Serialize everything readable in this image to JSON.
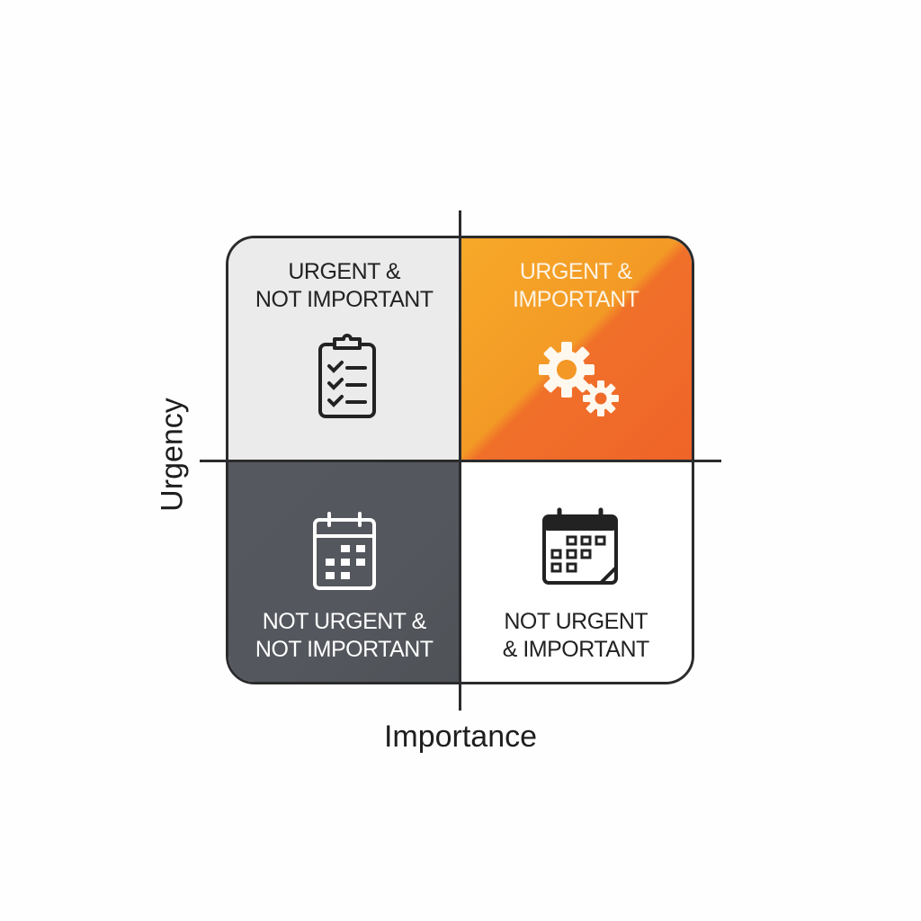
{
  "axes": {
    "x_label": "Importance",
    "y_label": "Urgency"
  },
  "quadrants": [
    {
      "id": "top-left",
      "line1": "URGENT &",
      "line2": "NOT IMPORTANT",
      "icon": "clipboard-checklist-icon",
      "color": "#ebebeb"
    },
    {
      "id": "top-right",
      "line1": "URGENT &",
      "line2": "IMPORTANT",
      "icon": "gears-icon",
      "color": "#f39a26"
    },
    {
      "id": "bottom-left",
      "line1": "NOT URGENT &",
      "line2": "NOT IMPORTANT",
      "icon": "calendar-icon",
      "color": "#55585e"
    },
    {
      "id": "bottom-right",
      "line1": "NOT URGENT",
      "line2": "& IMPORTANT",
      "icon": "calendar-schedule-icon",
      "color": "#ffffff"
    }
  ]
}
